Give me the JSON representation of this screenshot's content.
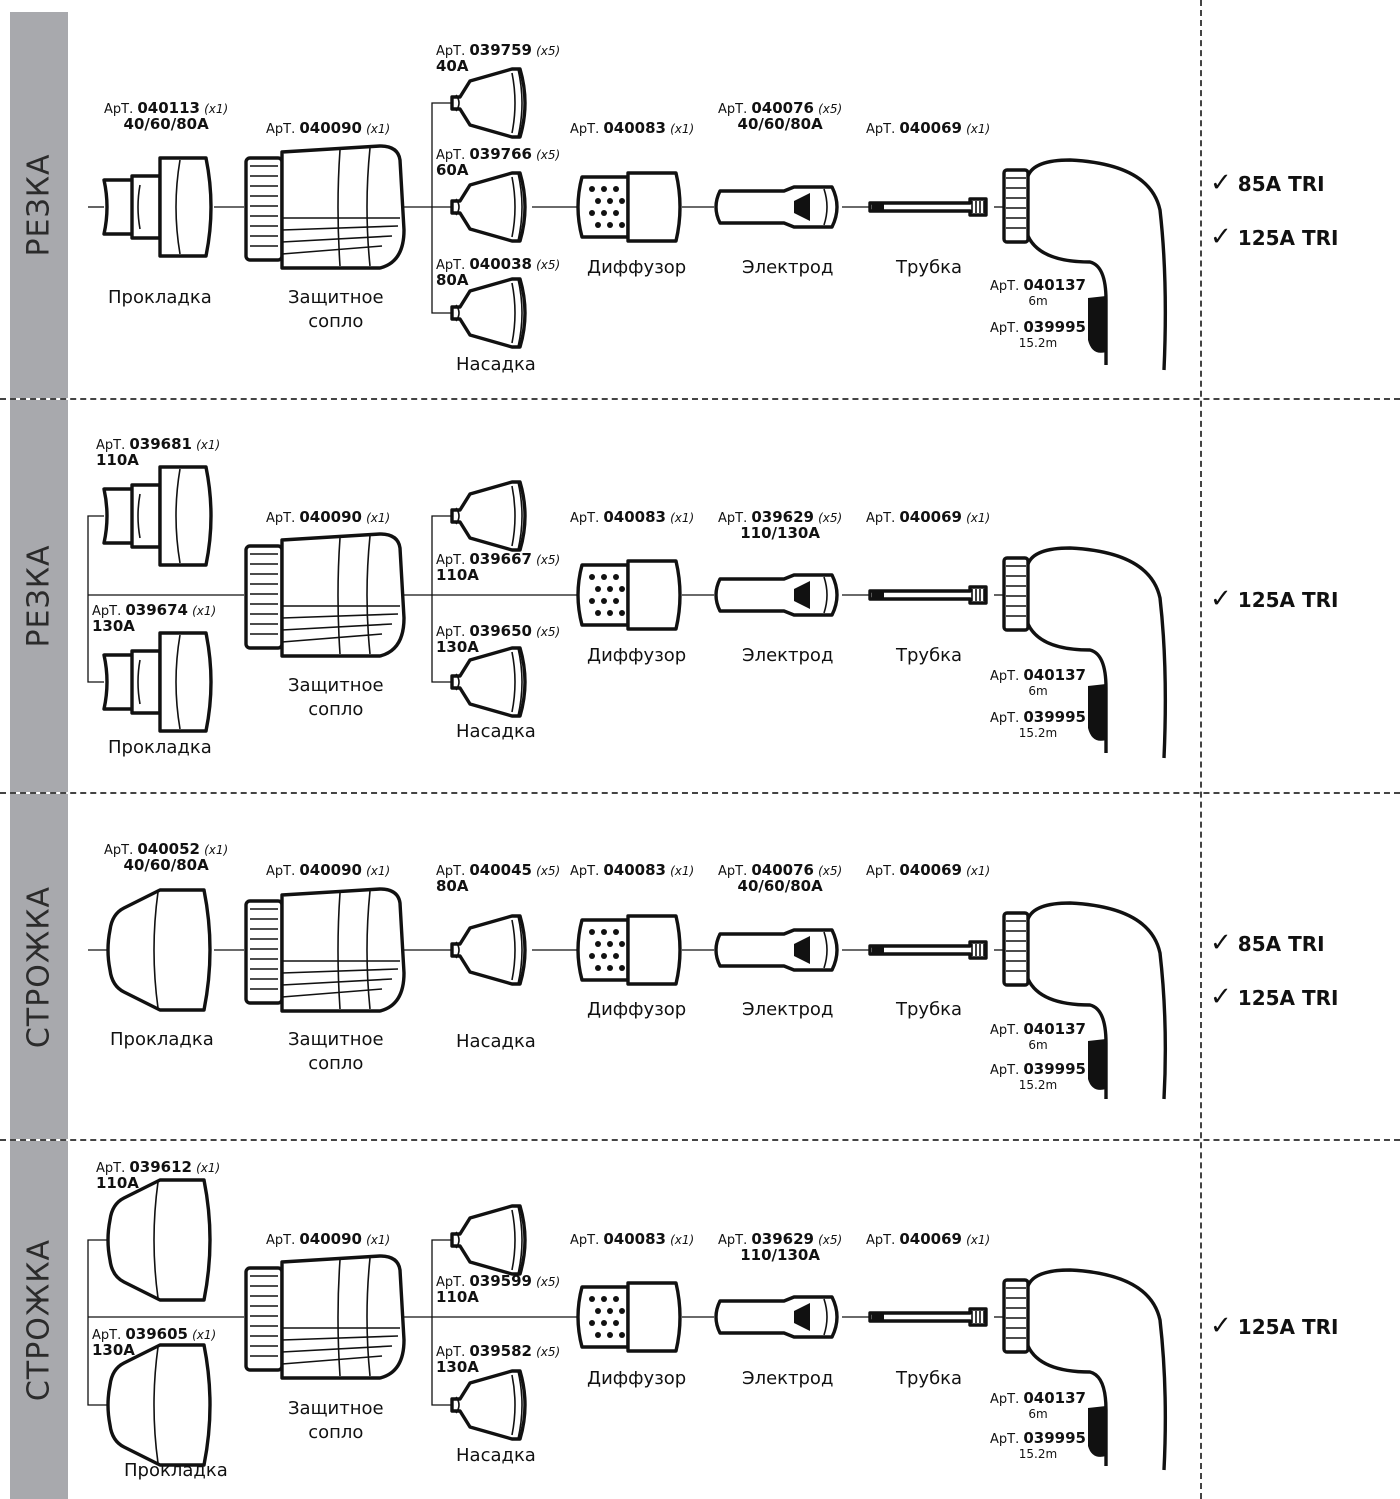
{
  "prefix": "АрТ.",
  "names": {
    "gasket": "Прокладка",
    "shield_line1": "Защитное",
    "shield_line2": "сопло",
    "nozzle": "Насадка",
    "diffuser": "Диффузор",
    "electrode": "Электрод",
    "tube": "Трубка"
  },
  "cable": {
    "a_num": "040137",
    "a_len": "6m",
    "b_num": "039995",
    "b_len": "15.2m"
  },
  "check": "✓",
  "sections": [
    {
      "label": "РЕЗКА",
      "gasket": [
        {
          "num": "040113",
          "qty": "(x1)",
          "amp": "40/60/80A"
        }
      ],
      "shield": {
        "num": "040090",
        "qty": "(x1)"
      },
      "nozzles": [
        {
          "num": "039759",
          "qty": "(x5)",
          "amp": "40A"
        },
        {
          "num": "039766",
          "qty": "(x5)",
          "amp": "60A"
        },
        {
          "num": "040038",
          "qty": "(x5)",
          "amp": "80A"
        }
      ],
      "diffuser": {
        "num": "040083",
        "qty": "(x1)"
      },
      "electrode": {
        "num": "040076",
        "qty": "(x5)",
        "amp": "40/60/80A"
      },
      "tube": {
        "num": "040069",
        "qty": "(x1)"
      },
      "tri": [
        "85A TRI",
        "125A TRI"
      ]
    },
    {
      "label": "РЕЗКА",
      "gasket": [
        {
          "num": "039681",
          "qty": "(x1)",
          "amp": "110A"
        },
        {
          "num": "039674",
          "qty": "(x1)",
          "amp": "130A"
        }
      ],
      "shield": {
        "num": "040090",
        "qty": "(x1)"
      },
      "nozzles": [
        {
          "num": "039667",
          "qty": "(x5)",
          "amp": "110A"
        },
        {
          "num": "039650",
          "qty": "(x5)",
          "amp": "130A"
        }
      ],
      "diffuser": {
        "num": "040083",
        "qty": "(x1)"
      },
      "electrode": {
        "num": "039629",
        "qty": "(x5)",
        "amp": "110/130A"
      },
      "tube": {
        "num": "040069",
        "qty": "(x1)"
      },
      "tri": [
        "125A TRI"
      ]
    },
    {
      "label": "СТРОЖКА",
      "gasket": [
        {
          "num": "040052",
          "qty": "(x1)",
          "amp": "40/60/80A"
        }
      ],
      "shield": {
        "num": "040090",
        "qty": "(x1)"
      },
      "nozzles": [
        {
          "num": "040045",
          "qty": "(x5)",
          "amp": "80A"
        }
      ],
      "diffuser": {
        "num": "040083",
        "qty": "(x1)"
      },
      "electrode": {
        "num": "040076",
        "qty": "(x5)",
        "amp": "40/60/80A"
      },
      "tube": {
        "num": "040069",
        "qty": "(x1)"
      },
      "tri": [
        "85A TRI",
        "125A TRI"
      ]
    },
    {
      "label": "СТРОЖКА",
      "gasket": [
        {
          "num": "039612",
          "qty": "(x1)",
          "amp": "110A"
        },
        {
          "num": "039605",
          "qty": "(x1)",
          "amp": "130A"
        }
      ],
      "shield": {
        "num": "040090",
        "qty": "(x1)"
      },
      "nozzles": [
        {
          "num": "039599",
          "qty": "(x5)",
          "amp": "110A"
        },
        {
          "num": "039582",
          "qty": "(x5)",
          "amp": "130A"
        }
      ],
      "diffuser": {
        "num": "040083",
        "qty": "(x1)"
      },
      "electrode": {
        "num": "039629",
        "qty": "(x5)",
        "amp": "110/130A"
      },
      "tube": {
        "num": "040069",
        "qty": "(x1)"
      },
      "tri": [
        "125A TRI"
      ]
    }
  ]
}
